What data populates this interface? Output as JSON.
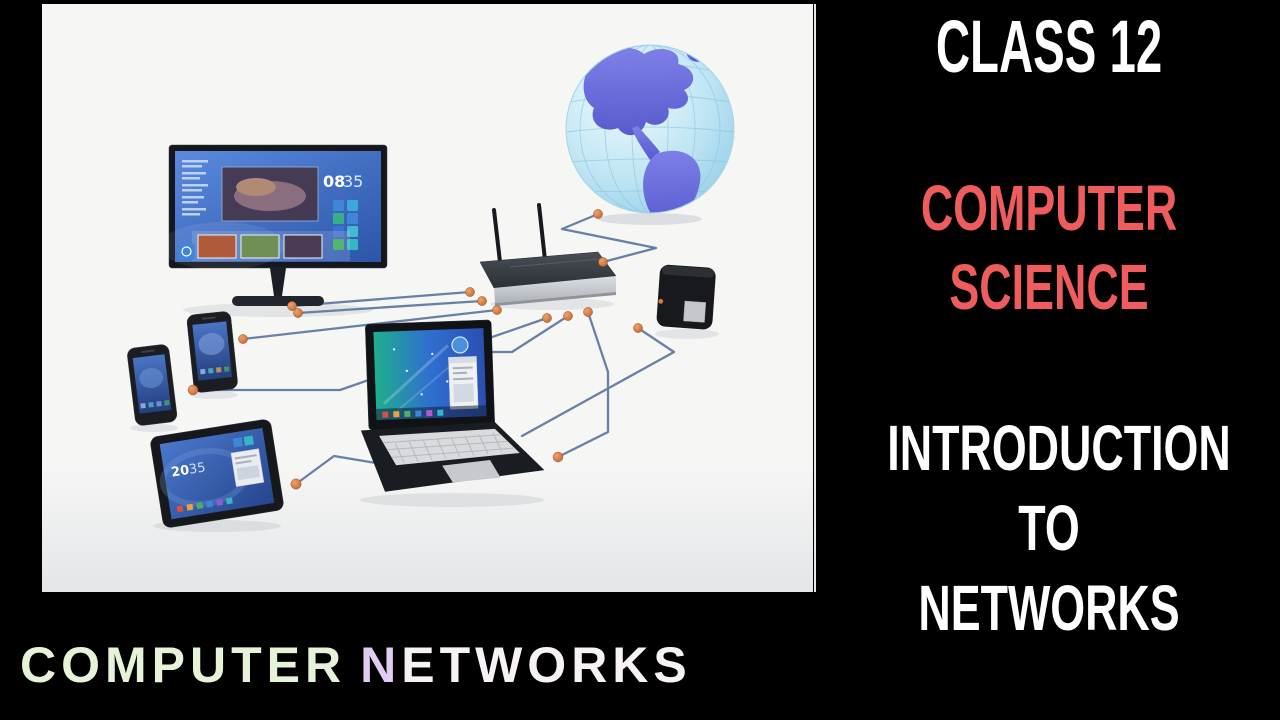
{
  "page": {
    "background": "#000000"
  },
  "illustration": {
    "devices": [
      "smart-tv",
      "smartphone-small",
      "smartphone",
      "tablet",
      "laptop",
      "wifi-router",
      "external-drive",
      "internet-globe"
    ],
    "tv_clock": {
      "hours": "08",
      "minutes": "35"
    },
    "tablet_clock": {
      "hours": "20",
      "minutes": "35"
    },
    "colors": {
      "panel_bg": "#f6f6f5",
      "cable": "#6880a6",
      "connector": "#c97e52",
      "globe_water": "#bfe5f4",
      "globe_land": "#6a6ade",
      "screen_blue": "#3f6fc0"
    }
  },
  "right_panel": {
    "class_line": "CLASS 12",
    "subject_lines": [
      "COMPUTER",
      "SCIENCE"
    ],
    "subject_color": "#ef5c5e",
    "title_lines": [
      "INTRODUCTION",
      "TO",
      "NETWORKS"
    ],
    "title_color": "#ffffff"
  },
  "footer": {
    "word1": "COMPUTER",
    "word1_color": "#e6f3d8",
    "word2_initial": "N",
    "word2_initial_color": "#e1ccf2",
    "word2_rest": "ETWORKS",
    "word2_rest_color": "#f6f2f6"
  }
}
